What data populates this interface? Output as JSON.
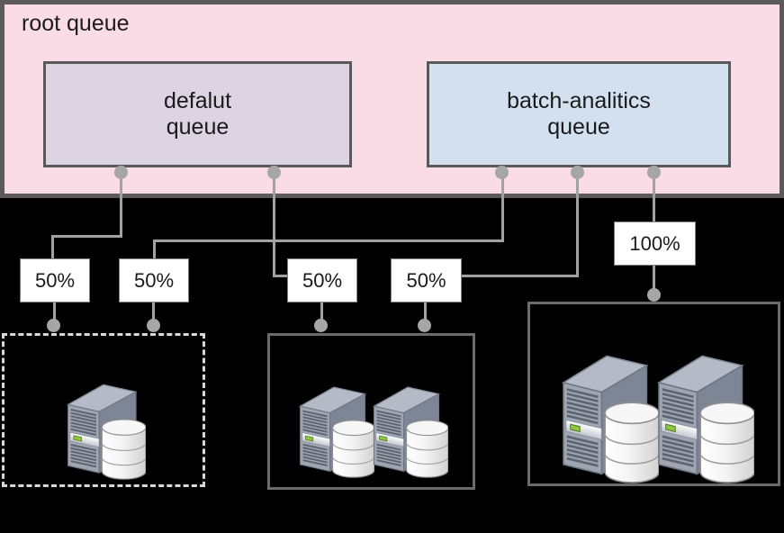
{
  "root_queue": {
    "label": "root queue",
    "fill": "#fadce6"
  },
  "queues": [
    {
      "name": "defalut",
      "label_line1": "defalut",
      "label_line2": "queue",
      "fill": "#ddd4e3"
    },
    {
      "name": "batch-analitics",
      "label_line1": "batch-analitics",
      "label_line2": "queue",
      "fill": "#d3e0f0"
    }
  ],
  "capacity_labels": [
    {
      "value": "50%"
    },
    {
      "value": "50%"
    },
    {
      "value": "50%"
    },
    {
      "value": "50%"
    },
    {
      "value": "100%"
    }
  ],
  "clusters": [
    {
      "id": "shared-node-group",
      "border_style": "dashed",
      "server_count": 1
    },
    {
      "id": "middle-node-group",
      "border_style": "solid",
      "server_count": 2
    },
    {
      "id": "right-node-group",
      "border_style": "solid",
      "server_count": 2
    }
  ],
  "icons": [
    {
      "name": "server-database-icon",
      "meaning": "server tower with database cylinder"
    },
    {
      "name": "connector-dot",
      "meaning": "connection anchor point"
    }
  ],
  "colors": {
    "background": "#000000",
    "root_fill": "#fadce6",
    "root_border": "#5e5a5c",
    "default_queue_fill": "#ddd4e3",
    "batch_queue_fill": "#d3e0f0",
    "queue_border": "#595959",
    "connector": "#a2a2a2",
    "cluster_border": "#6b6b6b",
    "dashed_border": "#d9d9d9",
    "label_bg": "#ffffff",
    "led_green": "#8dc63f"
  }
}
